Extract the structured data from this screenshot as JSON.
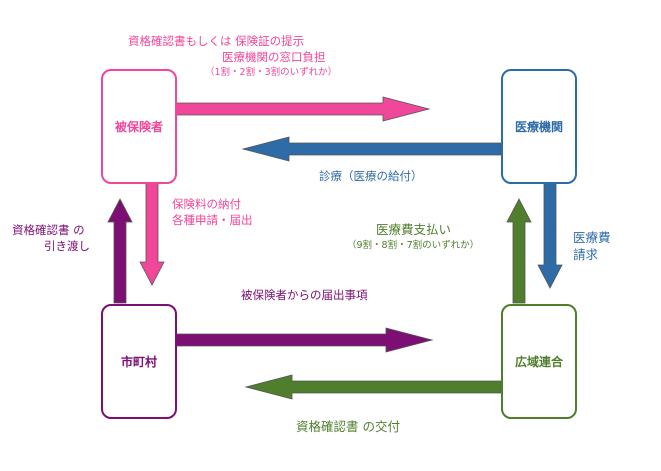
{
  "nodes": {
    "insured": {
      "label": "被保険者",
      "color": "#f0479a"
    },
    "medical": {
      "label": "医療機関",
      "color": "#2e6ca8"
    },
    "municipality": {
      "label": "市町村",
      "color": "#7d0e73"
    },
    "union": {
      "label": "広域連合",
      "color": "#4f7f2c"
    }
  },
  "edges": {
    "insured_to_medical": {
      "color": "#f0479a",
      "line1a": "資格確認書もしくは",
      "line1b": "保険証の提示",
      "line2": "医療機関の窓口負担",
      "line3": "（1割・2割・3割のいずれか）"
    },
    "medical_to_insured": {
      "color": "#2e6ca8",
      "line1": "診療（医療の給付）"
    },
    "insured_to_municipality": {
      "color": "#f0479a",
      "line1": "保険料の納付",
      "line2": "各種申請・届出"
    },
    "municipality_to_insured": {
      "color": "#7d0e73",
      "line1a": "資格確認書",
      "line1b": "の",
      "line2": "引き渡し"
    },
    "municipality_to_union": {
      "color": "#7d0e73",
      "line1": "被保険者からの届出事項"
    },
    "union_to_municipality": {
      "color": "#4f7f2c",
      "line1a": "資格確認書",
      "line1b": "の交付"
    },
    "union_to_medical": {
      "color": "#4f7f2c",
      "line1": "医療費支払い",
      "line2": "（9割・8割・7割のいずれか）"
    },
    "medical_to_union": {
      "color": "#2e6ca8",
      "line1": "医療費",
      "line2": "請求"
    }
  }
}
